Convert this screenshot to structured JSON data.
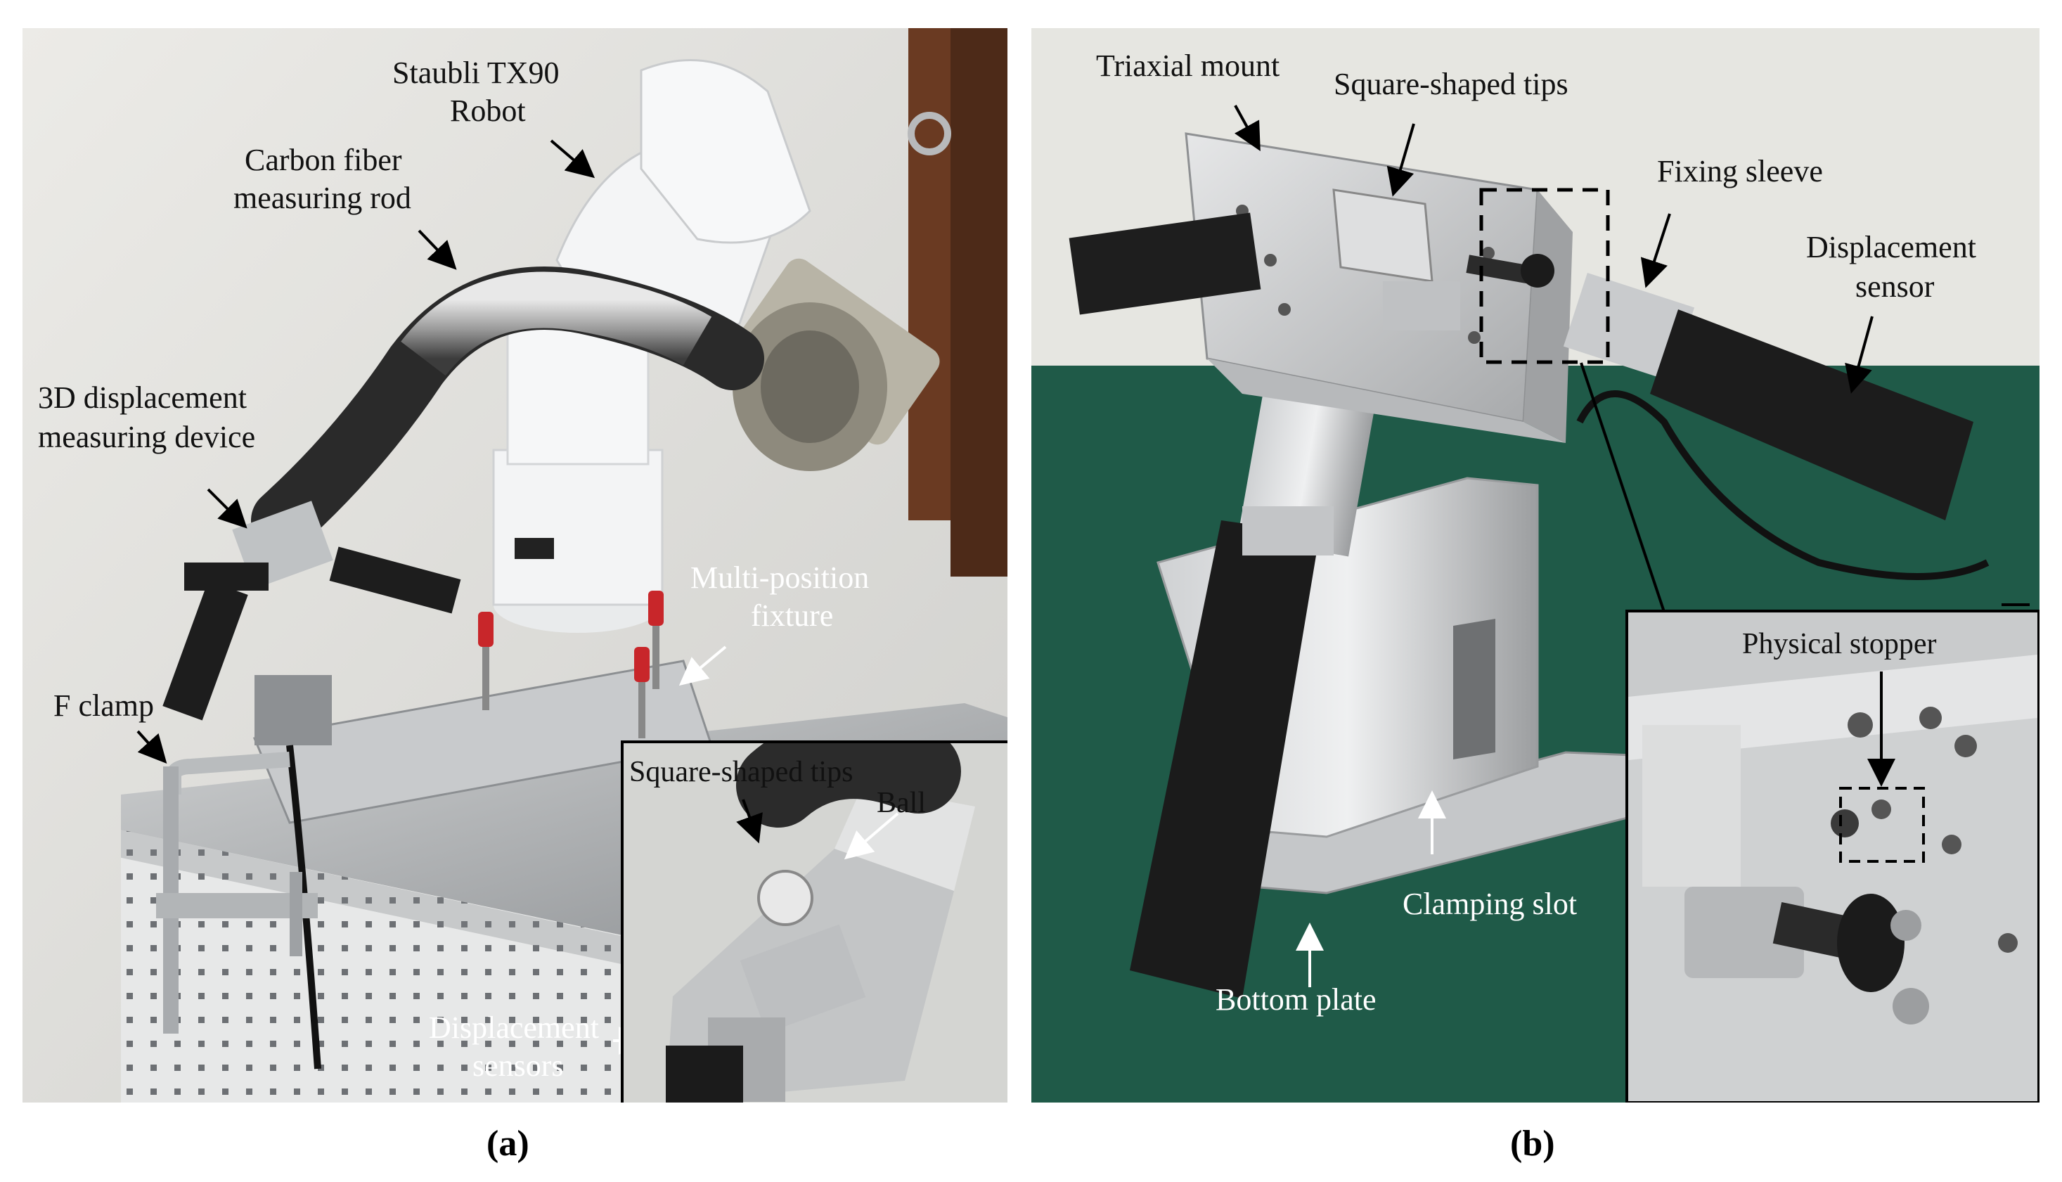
{
  "panel_a": {
    "sublabel": "(a)",
    "labels": {
      "robot_line1": "Staubli TX90",
      "robot_line2": "Robot",
      "rod_line1": "Carbon fiber",
      "rod_line2": "measuring rod",
      "device_line1": "3D displacement",
      "device_line2": "measuring device",
      "fixture_line1": "Multi-position",
      "fixture_line2": "fixture",
      "clamp": "F clamp",
      "sensors_line1": "Displacement",
      "sensors_line2": "sensors"
    },
    "inset": {
      "tips": "Square-shaped tips",
      "ball": "Ball"
    }
  },
  "panel_b": {
    "sublabel": "(b)",
    "labels": {
      "mount": "Triaxial mount",
      "tips": "Square-shaped tips",
      "sleeve": "Fixing sleeve",
      "sensor_line1": "Displacement",
      "sensor_line2": "sensor",
      "slot": "Clamping slot",
      "plate": "Bottom plate"
    },
    "inset": {
      "stopper": "Physical stopper"
    }
  },
  "colors": {
    "wall": "#e6e6e1",
    "green_backdrop": "#1f5a48",
    "robot_white": "#f4f5f6",
    "steel": "#b9bcbe",
    "sensor_black": "#1c1c1c",
    "handle_red": "#c8262a"
  }
}
